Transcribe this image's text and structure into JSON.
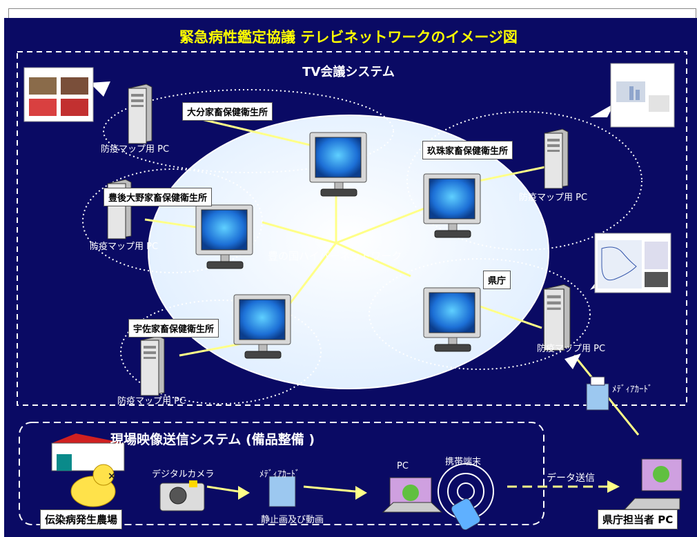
{
  "title": "緊急病性鑑定協議 テレビネットワークのイメージ図",
  "tv_system": "TV会議システム",
  "network_name": "豊の国ハイパーネットワーク",
  "sites": [
    {
      "name": "大分家畜保健衛生所",
      "pc_label": "防疫マップ用 PC"
    },
    {
      "name": "玖珠家畜保健衛生所",
      "pc_label": "防疫マップ用 PC"
    },
    {
      "name": "豊後大野家畜保健衛生所",
      "pc_label": "防疫マップ用 PC"
    },
    {
      "name": "県庁",
      "pc_label": "防疫マップ用 PC"
    },
    {
      "name": "宇佐家畜保健衛生所",
      "pc_label": "防疫マップ用 PC"
    }
  ],
  "media_card_upper": "ﾒﾃﾞｨｱｶｰﾄﾞ",
  "field_system": {
    "title": "現場映像送信システム (備品整備 )",
    "farm": "伝染病発生農場",
    "camera": "デジタルカメラ",
    "media_card": "ﾒﾃﾞｨｱｶｰﾄﾞ",
    "media_caption": "静止画及び動画",
    "pc": "PC",
    "mobile": "携帯端末",
    "data_send": "データ送信",
    "pref_pc": "県庁担当者 PC"
  },
  "colors": {
    "background": "#0a0a64",
    "title": "#ffff00",
    "lines": "#ffff88",
    "screen": "#1c6fd6"
  }
}
